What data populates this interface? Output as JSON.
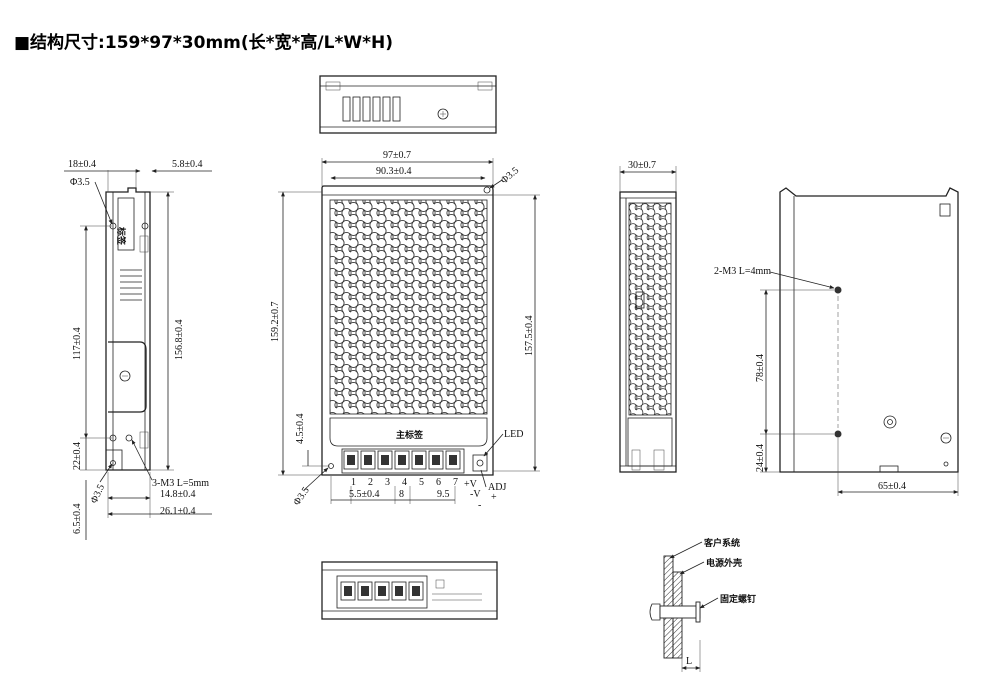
{
  "header": {
    "title": "■结构尺寸:159*97*30mm(长*宽*高/L*W*H)"
  },
  "side_view": {
    "dim_top_left": "18±0.4",
    "dim_top_right": "5.8±0.4",
    "dim_hole_dia": "Φ3.5",
    "dim_height_117": "117±0.4",
    "dim_height_156": "156.8±0.4",
    "dim_22": "22±0.4",
    "dim_screws": "3-M3 L=5mm",
    "dim_14": "14.8±0.4",
    "dim_6": "6.5±0.4",
    "dim_hole_dia2": "Φ3.5",
    "dim_26": "26.1±0.4",
    "label_tag": "标签"
  },
  "front_view": {
    "dim_width_97": "97±0.7",
    "dim_width_90": "90.3±0.4",
    "dim_hole_dia": "Φ3.5",
    "dim_height_159": "159.2±0.7",
    "dim_height_157": "157.5±0.4",
    "dim_4_5": "4.5±0.4",
    "main_label": "主标签",
    "led_label": "LED",
    "adj_label": "ADJ",
    "plus_v": "+V",
    "minus_v": "-V",
    "plus": "+",
    "minus": "-",
    "dim_hole_dia_bottom": "Φ3.5",
    "dim_5_5": "5.5±0.4",
    "dim_8": "8",
    "dim_9_5": "9.5",
    "terminal_numbers": [
      "1",
      "2",
      "3",
      "4",
      "5",
      "6",
      "7"
    ]
  },
  "side_view_2": {
    "dim_30": "30±0.7"
  },
  "back_view": {
    "dim_screws": "2-M3 L=4mm",
    "dim_78": "78±0.4",
    "dim_24": "24±0.4",
    "dim_65": "65±0.4"
  },
  "detail_view": {
    "label_customer": "客户系统",
    "label_shell": "电源外壳",
    "label_screw": "固定螺钉",
    "label_L": "L"
  }
}
